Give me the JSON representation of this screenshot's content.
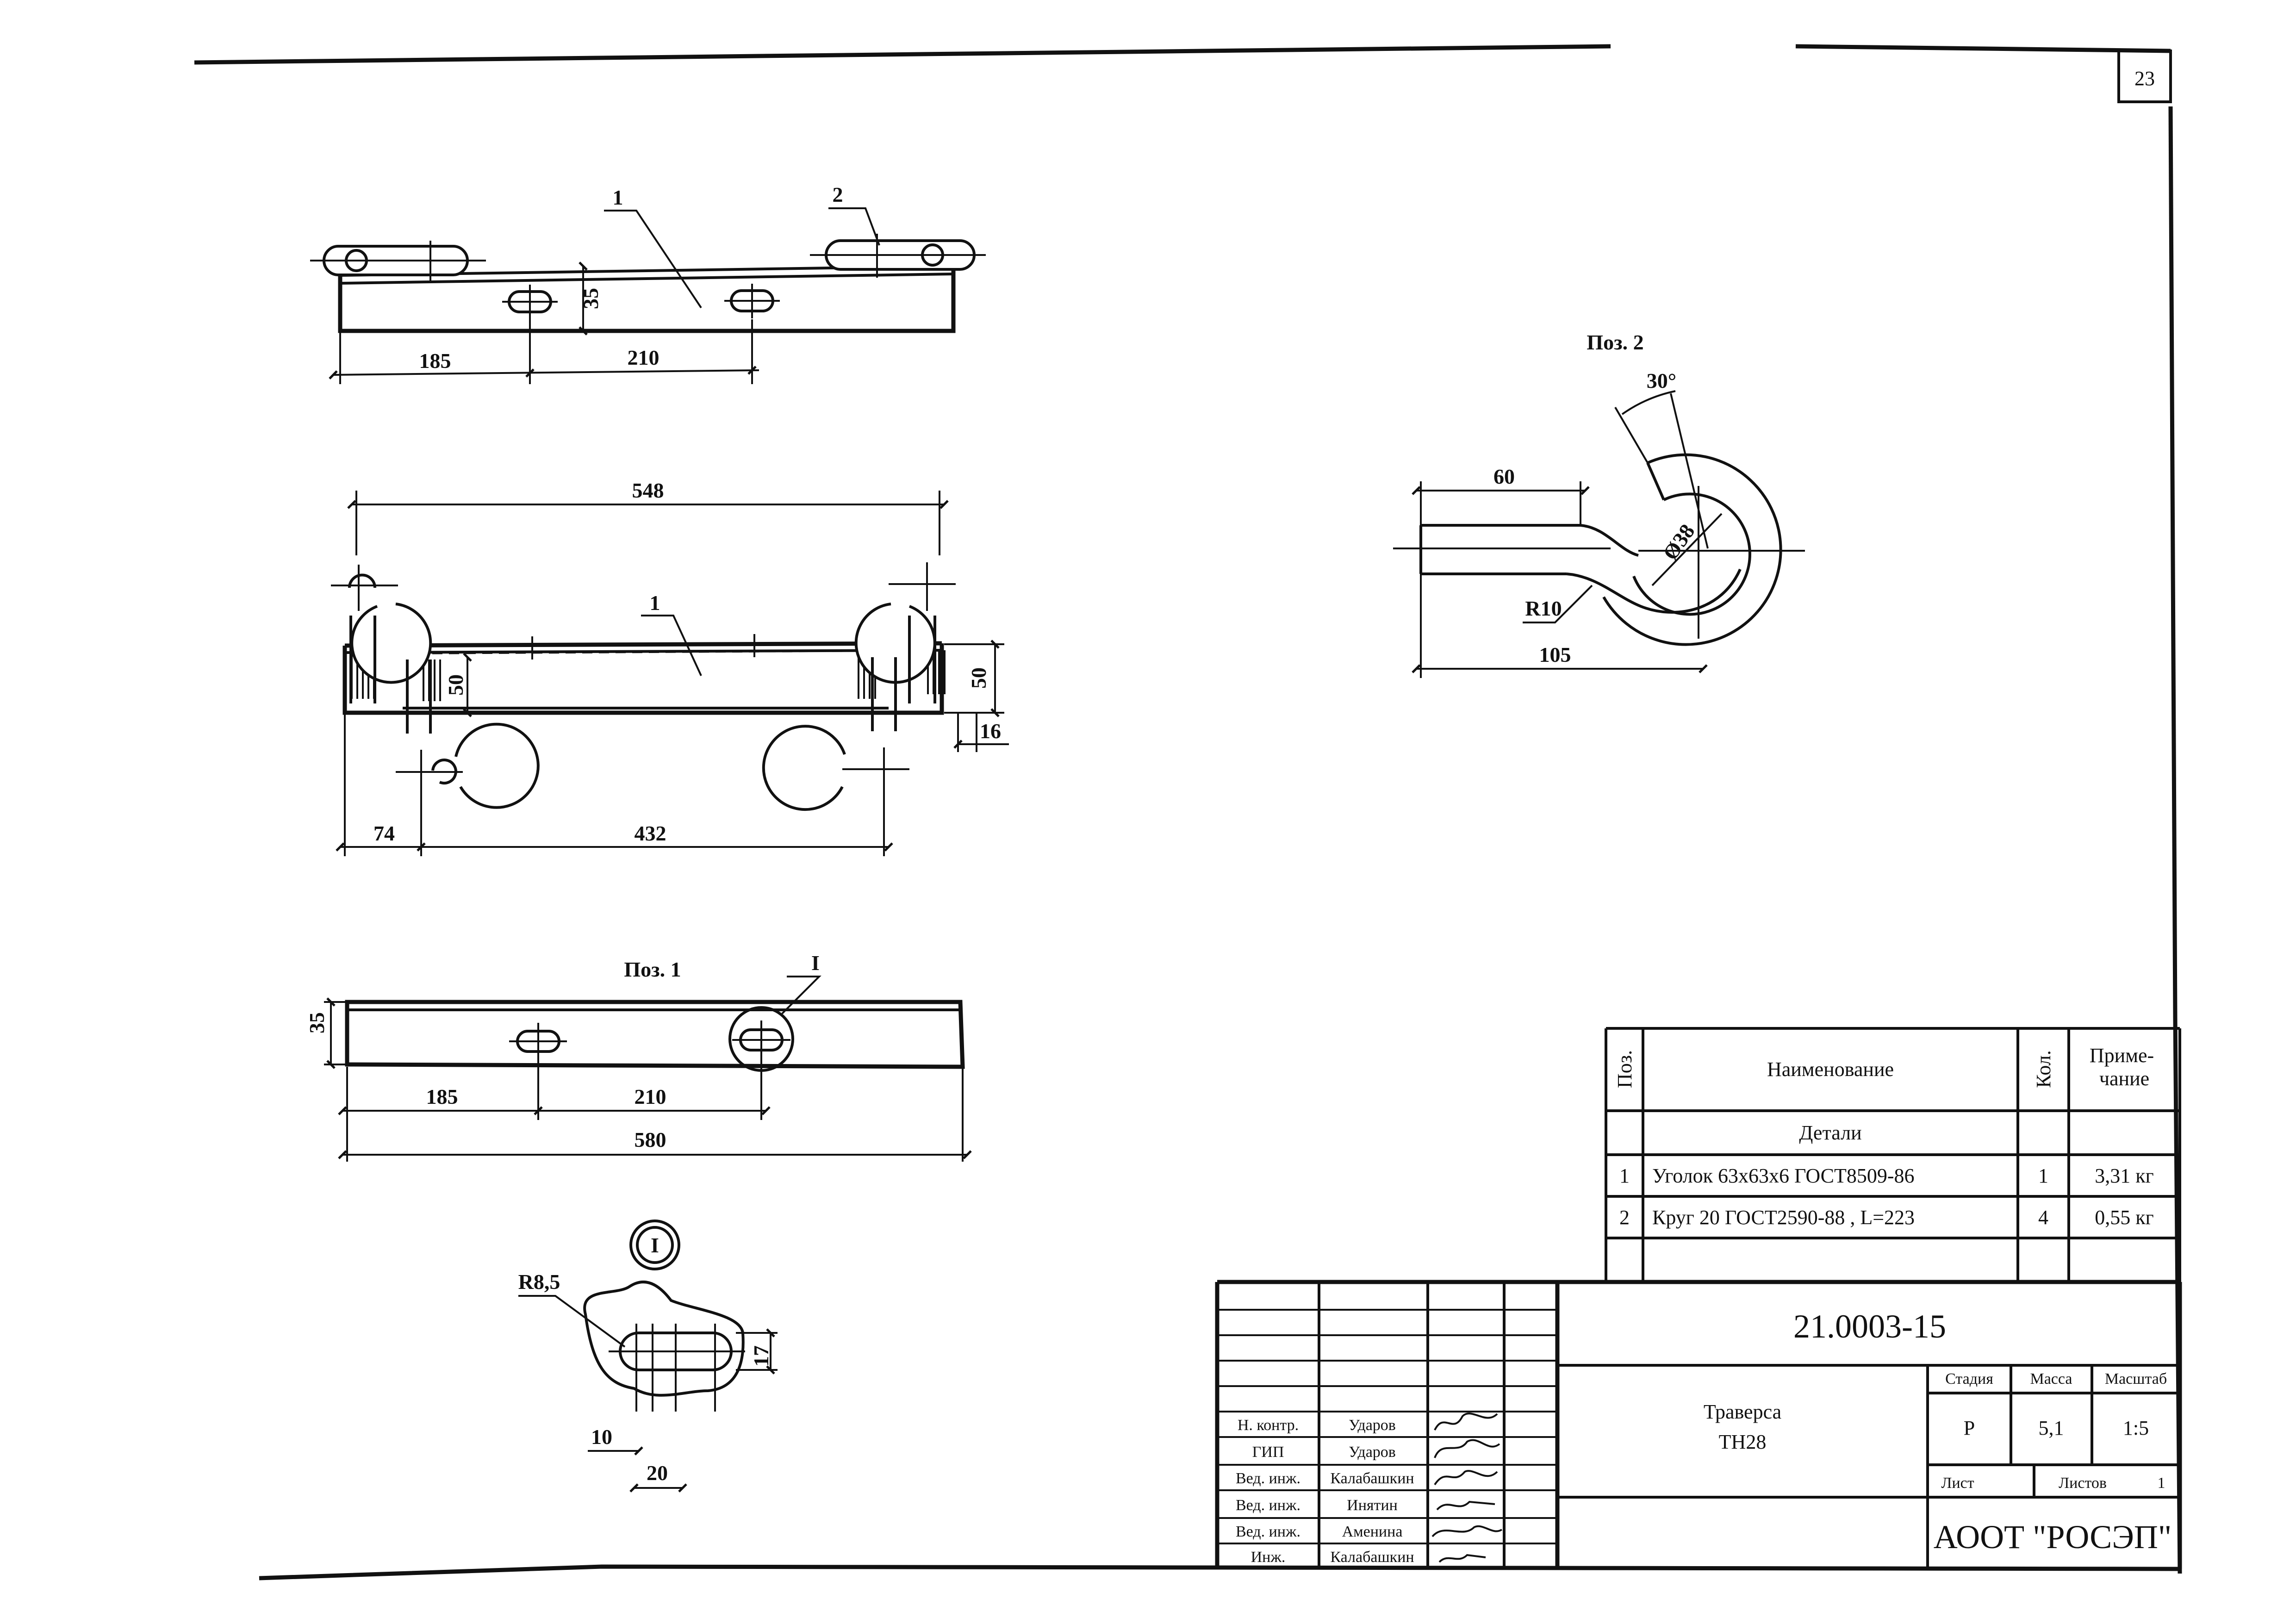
{
  "sheet_number": "23",
  "views": {
    "top_view": {
      "callout_part_1": "1",
      "callout_part_2": "2",
      "dims": [
        "35",
        "185",
        "210"
      ]
    },
    "front_view": {
      "callout_part_1": "1",
      "dims": [
        "548",
        "50",
        "50",
        "16",
        "74",
        "432"
      ]
    },
    "pos1": {
      "title": "Поз. 1",
      "detail_callout": "I",
      "dims": [
        "35",
        "185",
        "210",
        "580"
      ]
    },
    "pos2": {
      "title": "Поз. 2",
      "dims": [
        "30°",
        "60",
        "Ø38",
        "R10",
        "105"
      ]
    },
    "detail_I": {
      "label": "I",
      "dims": [
        "R8,5",
        "17",
        "10",
        "20"
      ]
    }
  },
  "spec_table": {
    "headers": {
      "pos": "Поз.",
      "name": "Наименование",
      "qty": "Кол.",
      "note": "Приме-\nчание"
    },
    "section": "Детали",
    "rows": [
      {
        "pos": "1",
        "name": "Уголок 63x63x6 ГОСТ8509-86",
        "qty": "1",
        "note": "3,31 кг"
      },
      {
        "pos": "2",
        "name": "Круг 20 ГОСТ2590-88 , L=223",
        "qty": "4",
        "note": "0,55 кг"
      }
    ]
  },
  "title_block": {
    "doc_number": "21.0003-15",
    "name_line1": "Траверса",
    "name_line2": "ТН28",
    "stage_label": "Стадия",
    "mass_label": "Масса",
    "scale_label": "Масштаб",
    "stage": "Р",
    "mass": "5,1",
    "scale": "1:5",
    "sheet_label": "Лист",
    "sheets_label": "Листов",
    "sheets_count": "1",
    "organization": "АООТ \"РОСЭП\"",
    "signatures": [
      {
        "role": "Н. контр.",
        "name": "Ударов"
      },
      {
        "role": "ГИП",
        "name": "Ударов"
      },
      {
        "role": "Вед. инж.",
        "name": "Калабашкин"
      },
      {
        "role": "Вед. инж.",
        "name": "Инятин"
      },
      {
        "role": "Вед. инж.",
        "name": "Аменина"
      },
      {
        "role": "Инж.",
        "name": "Калабашкин"
      }
    ]
  }
}
